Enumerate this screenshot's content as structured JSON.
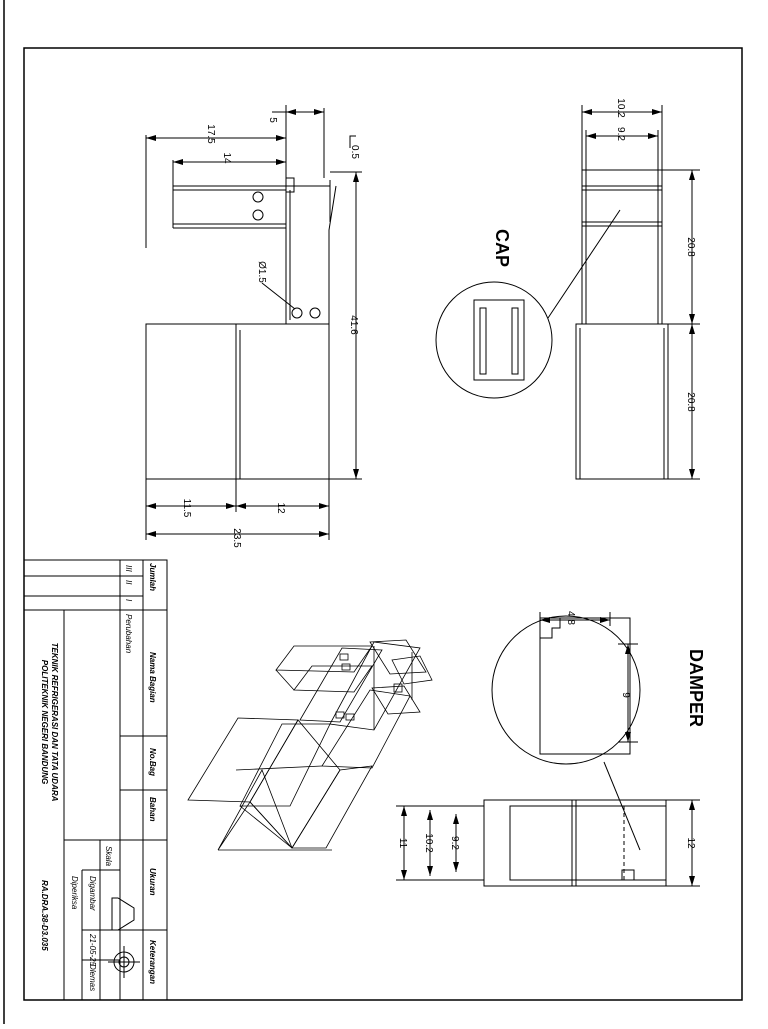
{
  "views": {
    "cap_label": "CAP",
    "damper_label": "DAMPER"
  },
  "dimensions": {
    "d5": "5",
    "d17_5": "17.5",
    "d14": "14",
    "d0_5": "0.5",
    "dia1_5": "Ø1.5",
    "d41_6": "41.6",
    "d11_5": "11.5",
    "d12_bottom": "12",
    "d23_5": "23.5",
    "d10_2_top": "10.2",
    "d9_2_top": "9.2",
    "d20_8_upper": "20.8",
    "d20_8_lower": "20.8",
    "d4_8": "4.8",
    "d9": "9",
    "d11": "11",
    "d10_2_bottom": "10.2",
    "d9_2_bottom": "9.2",
    "d12_right": "12"
  },
  "title_block": {
    "rev_roman": [
      "III",
      "II",
      "I"
    ],
    "col_jumlah": "Jumlah",
    "col_nama_bagian": "Nama Bagian",
    "col_no_bag": "No.Bag",
    "col_bahan": "Bahan",
    "col_ukuran": "Ukuran",
    "col_keterangan": "Keterangan",
    "perubahan": "Perubahan",
    "skala": "Skala",
    "digambar": "Digambar",
    "diperiksa": "Diperiksa",
    "date": "21-05-25",
    "drawn_by": "Dlemas",
    "dept_line1": "TEKNIK REFRIGERASI DAN TATA UDARA",
    "dept_line2": "POLITEKNIK NEGERI BANDUNG",
    "drawing_number": "RA.DRA.38-D3.035"
  }
}
